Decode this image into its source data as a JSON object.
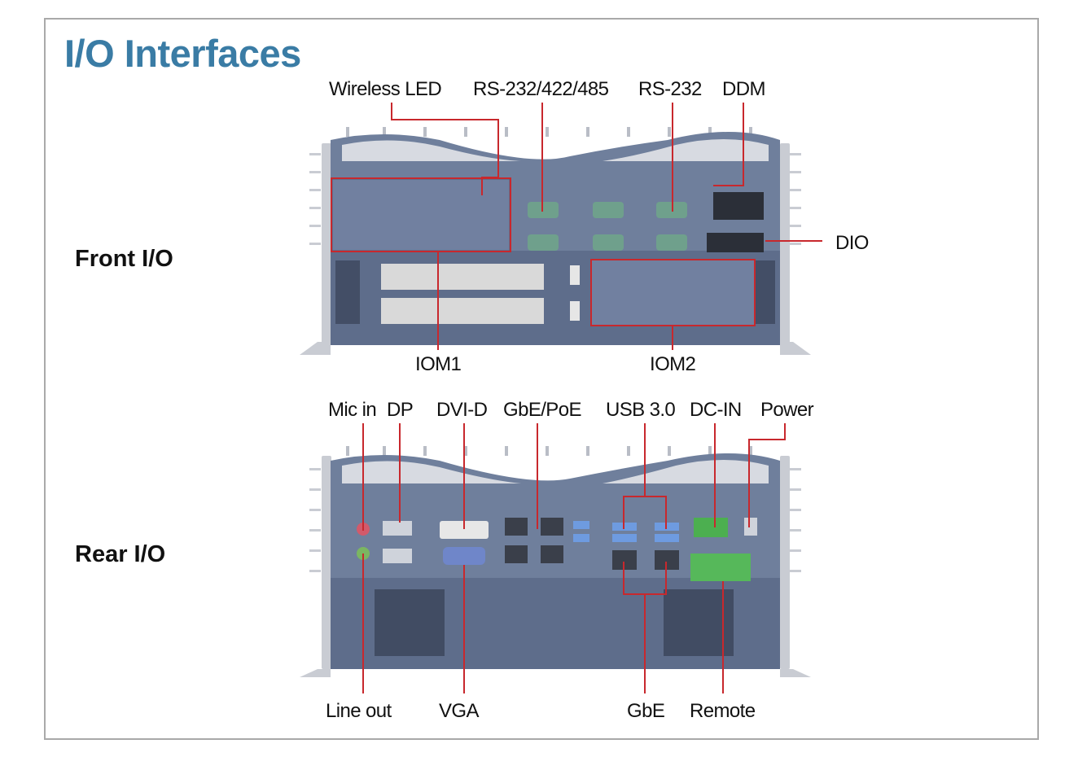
{
  "title": "I/O Interfaces",
  "sections": {
    "front": "Front I/O",
    "rear": "Rear I/O"
  },
  "front_labels": {
    "wireless_led": "Wireless LED",
    "rs232_422_485": "RS-232/422/485",
    "rs232": "RS-232",
    "ddm": "DDM",
    "dio": "DIO",
    "iom1": "IOM1",
    "iom2": "IOM2"
  },
  "rear_labels": {
    "mic_in": "Mic in",
    "dp": "DP",
    "dvi_d": "DVI-D",
    "gbe_poe": "GbE/PoE",
    "usb3": "USB 3.0",
    "dc_in": "DC-IN",
    "power": "Power",
    "line_out": "Line out",
    "vga": "VGA",
    "gbe": "GbE",
    "remote": "Remote"
  },
  "colors": {
    "title": "#3a7ca5",
    "callout": "#c8282d",
    "chassis": "#6f7f9c",
    "chassis_dark": "#5b6a88",
    "fin": "#c9ccd3",
    "terminal": "#4caf50"
  }
}
